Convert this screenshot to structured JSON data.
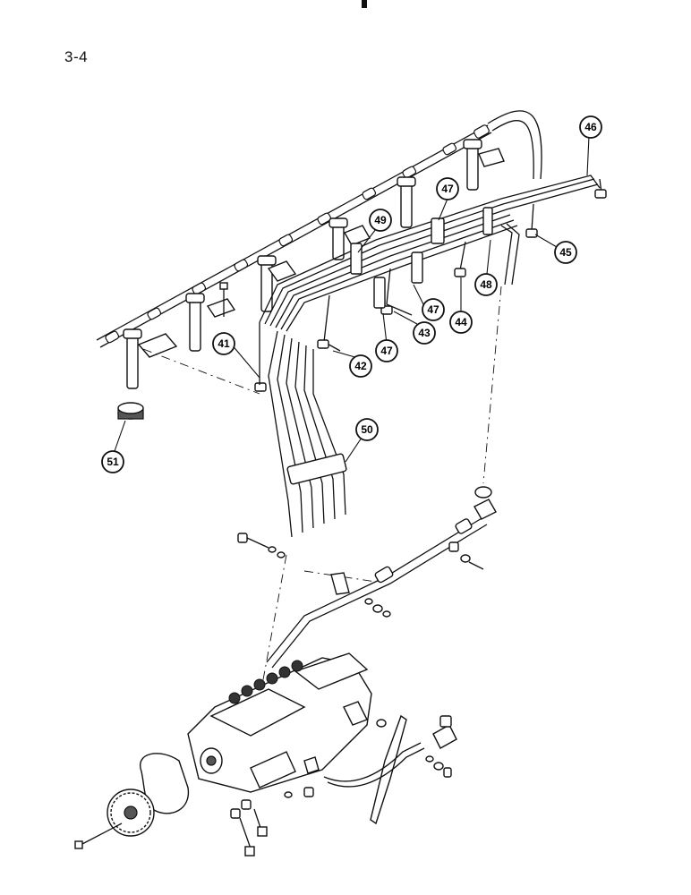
{
  "page": {
    "number": "3-4"
  },
  "callouts": [
    {
      "id": "41",
      "label": "41"
    },
    {
      "id": "42",
      "label": "42"
    },
    {
      "id": "43",
      "label": "43"
    },
    {
      "id": "44",
      "label": "44"
    },
    {
      "id": "45",
      "label": "45"
    },
    {
      "id": "46",
      "label": "46"
    },
    {
      "id": "47a",
      "label": "47"
    },
    {
      "id": "47b",
      "label": "47"
    },
    {
      "id": "47c",
      "label": "47"
    },
    {
      "id": "48",
      "label": "48"
    },
    {
      "id": "49",
      "label": "49"
    },
    {
      "id": "50",
      "label": "50"
    },
    {
      "id": "51",
      "label": "51"
    }
  ]
}
